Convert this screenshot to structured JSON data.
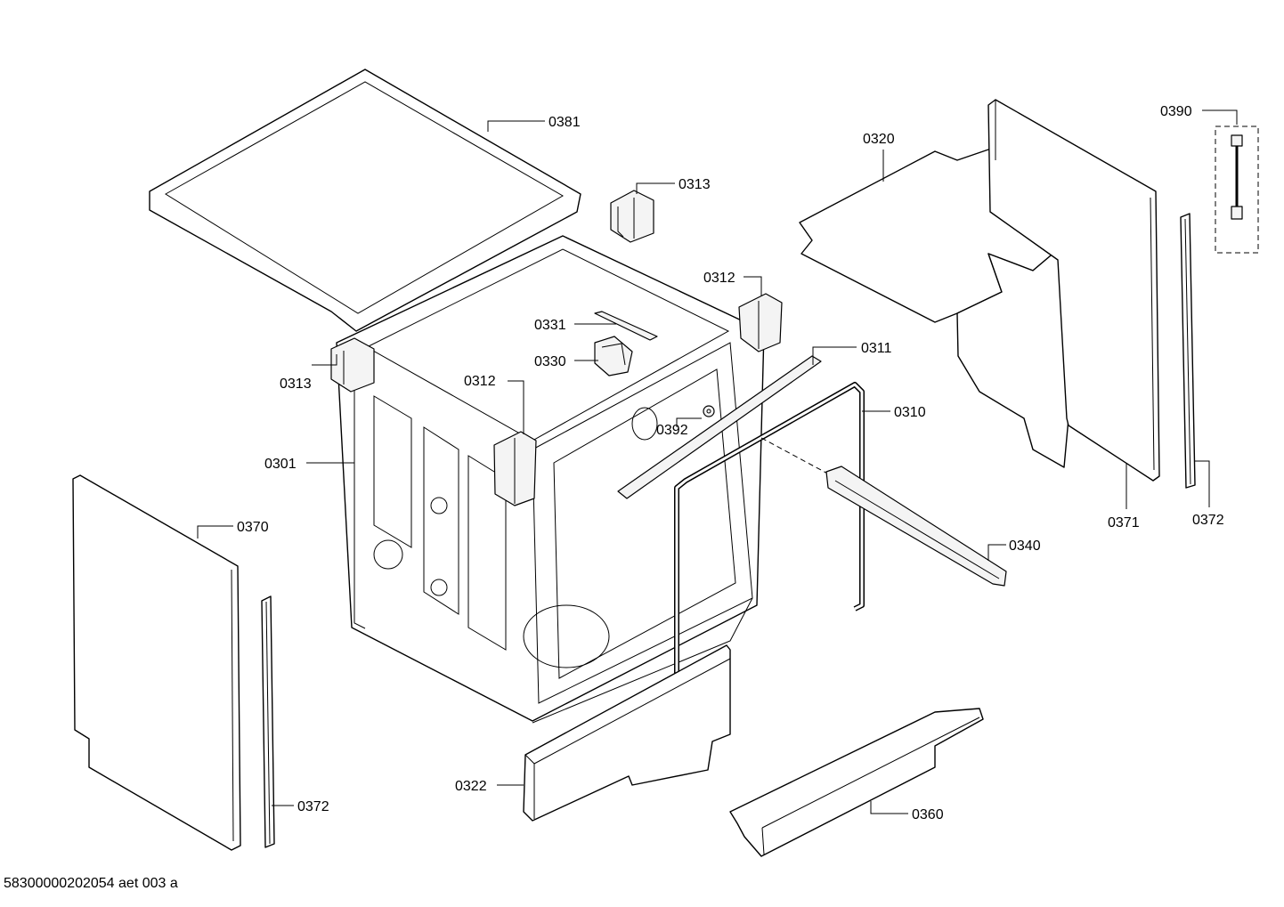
{
  "labels": {
    "p0381": "0381",
    "p0313a": "0313",
    "p0313b": "0313",
    "p0312a": "0312",
    "p0312b": "0312",
    "p0331": "0331",
    "p0330": "0330",
    "p0311": "0311",
    "p0310": "0310",
    "p0392": "0392",
    "p0301": "0301",
    "p0320": "0320",
    "p0371": "0371",
    "p0372a": "0372",
    "p0372b": "0372",
    "p0390": "0390",
    "p0370": "0370",
    "p0340": "0340",
    "p0322": "0322",
    "p0360": "0360"
  },
  "footer": {
    "drawing_id": "58300000202054 aet 003 a"
  }
}
